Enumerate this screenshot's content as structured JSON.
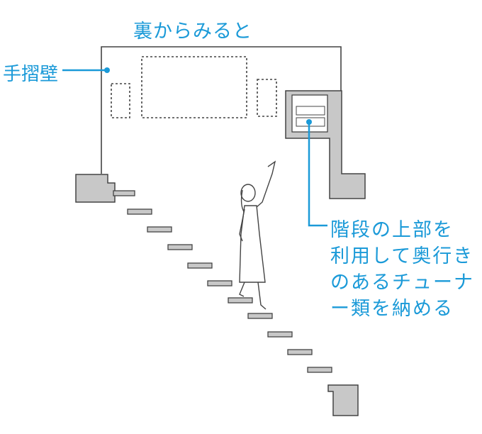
{
  "title": "裏からみると",
  "labels": {
    "handrail_wall": "手摺壁",
    "storage_note": [
      "階段の上部を",
      "利用して奥行き",
      "のあるチューナ",
      "ー類を納める"
    ]
  },
  "colors": {
    "accent": "#1b9ad8",
    "wall_fill": "#c8c8c8",
    "line": "#444444"
  }
}
